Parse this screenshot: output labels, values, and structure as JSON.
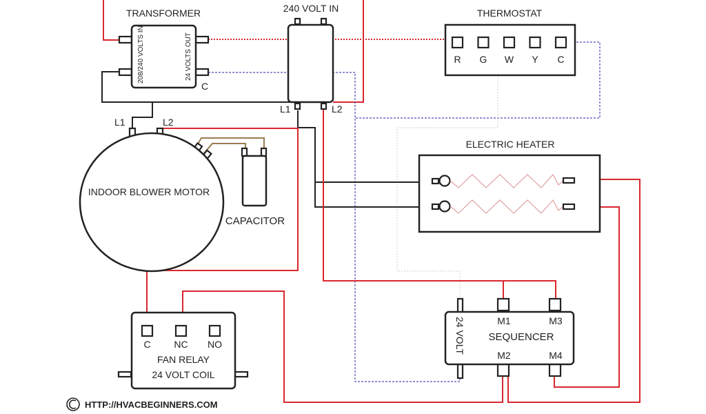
{
  "transformer": {
    "title": "TRANSFORMER",
    "input_label": "208/240 VOLTS IN",
    "output_label": "24 VOLTS OUT",
    "common_label": "C"
  },
  "supply": {
    "title": "240 VOLT IN",
    "l1_label": "L1",
    "l2_label": "L2"
  },
  "thermostat": {
    "title": "THERMOSTAT",
    "terminals": [
      "R",
      "G",
      "W",
      "Y",
      "C"
    ]
  },
  "motor": {
    "title": "INDOOR BLOWER MOTOR",
    "l1_label": "L1",
    "l2_label": "L2"
  },
  "capacitor": {
    "title": "CAPACITOR"
  },
  "heater": {
    "title": "ELECTRIC HEATER"
  },
  "fan_relay": {
    "terminals": [
      "C",
      "NC",
      "NO"
    ],
    "title_line1": "FAN RELAY",
    "title_line2": "24 VOLT COIL"
  },
  "sequencer": {
    "title": "SEQUENCER",
    "coil_label": "24 VOLT",
    "terminals": [
      "M1",
      "M3",
      "M2",
      "M4"
    ]
  },
  "footer": {
    "copyright_symbol": "©",
    "url": "HTTP://HVACBEGINNERS.COM"
  },
  "colors": {
    "line_voltage": "#d8272d",
    "neutral_black": "#222222",
    "low_voltage_blue": "#4a4ab8",
    "capacitor_lead": "#9a7a50"
  }
}
